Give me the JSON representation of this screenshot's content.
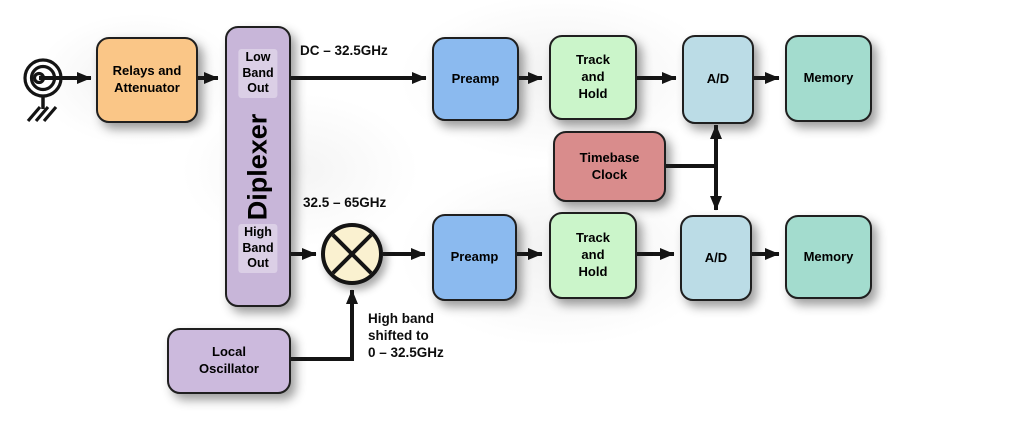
{
  "colors": {
    "line": "#141414",
    "relays_fill": "#FAC687",
    "diplexer_fill": "#C8B6D9",
    "preamp_fill": "#8BBAEF",
    "track_hold_fill": "#CBF5CA",
    "ad_fill": "#BBDCE6",
    "memory_fill": "#A3DCCE",
    "timebase_fill": "#D98C8C",
    "local_osc_fill": "#CCBADD",
    "mixer_fill": "#FAF1D0"
  },
  "nodes": {
    "relays": "Relays and\nAttenuator",
    "diplexer": "Diplexer",
    "diplexer_low_out": "Low\nBand\nOut",
    "diplexer_high_out": "High\nBand\nOut",
    "preamp_top": "Preamp",
    "track_hold_top": "Track\nand\nHold",
    "ad_top": "A/D",
    "memory_top": "Memory",
    "timebase": "Timebase\nClock",
    "preamp_bottom": "Preamp",
    "track_hold_bottom": "Track\nand\nHold",
    "ad_bottom": "A/D",
    "memory_bottom": "Memory",
    "local_oscillator": "Local\nOscillator"
  },
  "annotations": {
    "low_band_range": "DC – 32.5GHz",
    "high_band_range": "32.5 – 65GHz",
    "mixer_note": "High band\nshifted to\n0 – 32.5GHz"
  },
  "icons": {
    "antenna": "rf-input-antenna-icon",
    "mixer": "mixer-icon"
  }
}
